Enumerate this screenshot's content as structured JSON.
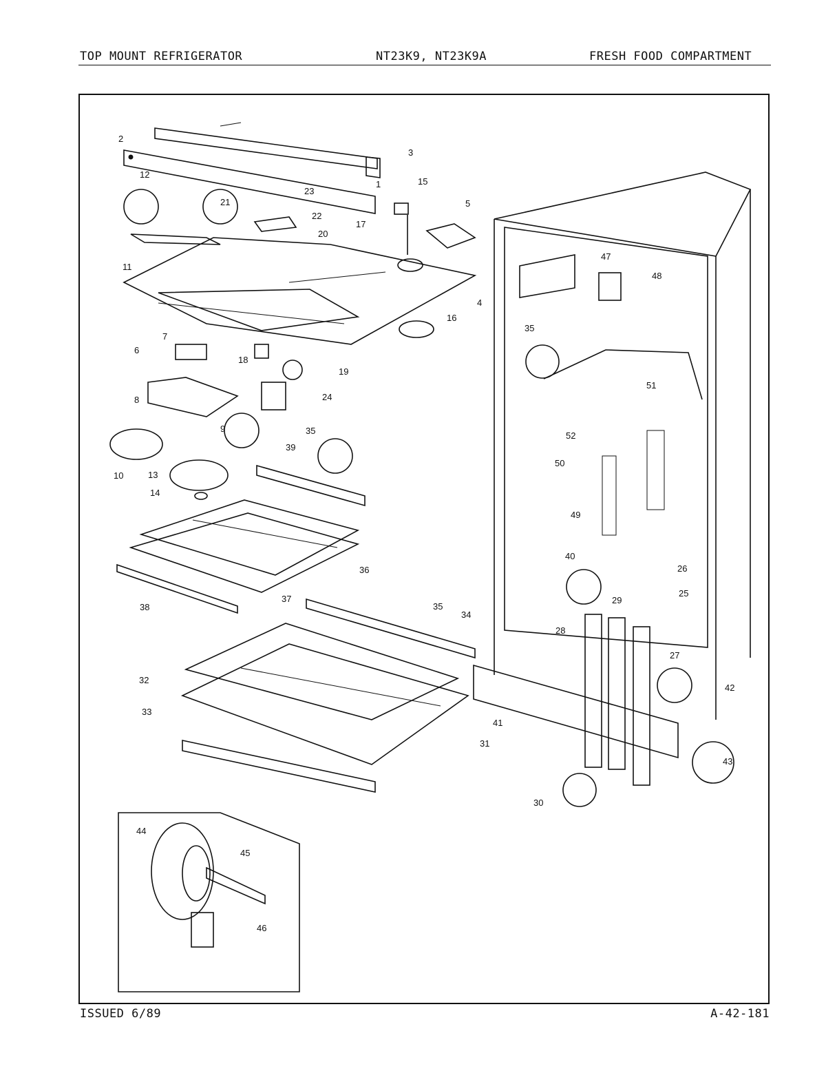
{
  "header": {
    "left": "TOP MOUNT REFRIGERATOR",
    "middle": "NT23K9, NT23K9A",
    "right": "FRESH FOOD COMPARTMENT"
  },
  "footer": {
    "issued": "ISSUED 6/89",
    "code": "A-42-181"
  },
  "callouts": {
    "c1": "1",
    "c2": "2",
    "c3": "3",
    "c4": "4",
    "c5": "5",
    "c6": "6",
    "c7": "7",
    "c8": "8",
    "c9": "9",
    "c10": "10",
    "c11": "11",
    "c12": "12",
    "c13": "13",
    "c14": "14",
    "c15": "15",
    "c16": "16",
    "c17": "17",
    "c18": "18",
    "c19": "19",
    "c20": "20",
    "c21": "21",
    "c22": "22",
    "c23": "23",
    "c24": "24",
    "c25": "25",
    "c26": "26",
    "c27": "27",
    "c28": "28",
    "c29": "29",
    "c30": "30",
    "c31": "31",
    "c32": "32",
    "c33": "33",
    "c34": "34",
    "c35": "35",
    "c36": "36",
    "c37": "37",
    "c38": "38",
    "c39": "39",
    "c40": "40",
    "c41": "41",
    "c42": "42",
    "c43": "43",
    "c44": "44",
    "c45": "45",
    "c46": "46",
    "c47": "47",
    "c48": "48",
    "c49": "49",
    "c50": "50",
    "c51": "51",
    "c52": "52"
  }
}
